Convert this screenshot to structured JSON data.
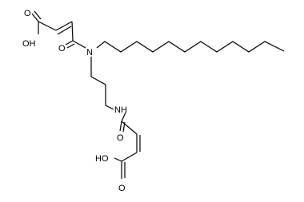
{
  "structure": {
    "atoms": {
      "o_top_carbonyl": "O",
      "oh_top": "OH",
      "n_amide_top": "N",
      "o_amide_top": "O",
      "nh_amide_bottom": "NH",
      "o_amide_bottom": "O",
      "ho_bottom": "HO",
      "o_bottom_carbonyl": "O"
    }
  }
}
